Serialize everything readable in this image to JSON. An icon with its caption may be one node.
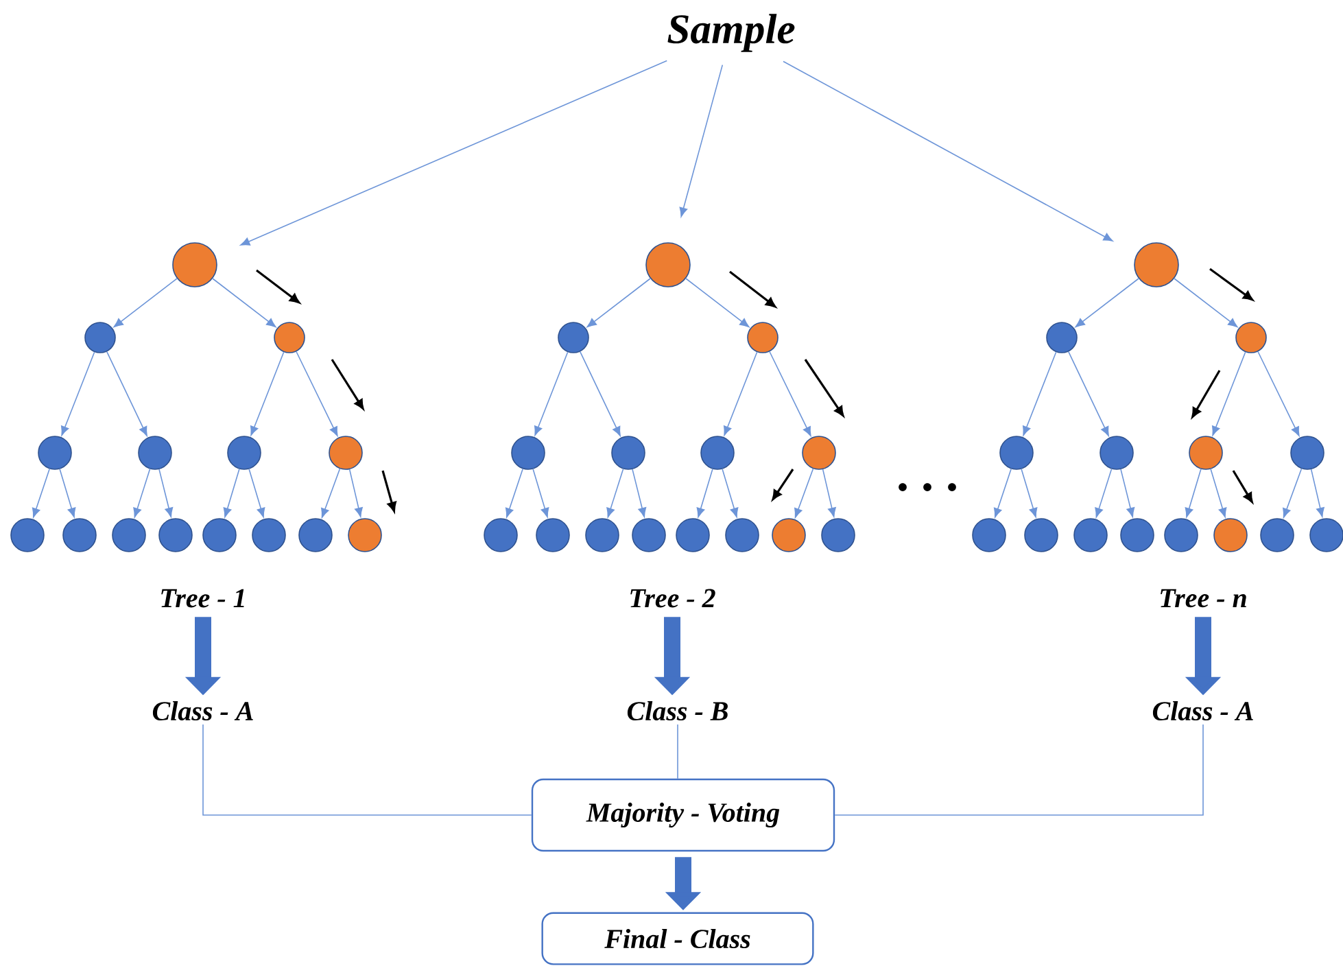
{
  "diagram": {
    "nodes": [
      {
        "text": [
          "Sample"
        ]
      },
      {
        "text": [],
        "shape": "circle"
      },
      {
        "text": [],
        "shape": "circle"
      },
      {
        "text": [],
        "shape": "circle"
      },
      {
        "text": [],
        "shape": "circle"
      },
      {
        "text": [],
        "shape": "circle"
      },
      {
        "text": [],
        "shape": "circle"
      },
      {
        "text": [],
        "shape": "circle"
      },
      {
        "text": [],
        "shape": "circle"
      },
      {
        "text": [],
        "shape": "circle"
      },
      {
        "text": [],
        "shape": "circle"
      },
      {
        "text": [],
        "shape": "circle"
      },
      {
        "text": [],
        "shape": "circle"
      },
      {
        "text": [],
        "shape": "circle"
      },
      {
        "text": [],
        "shape": "circle"
      },
      {
        "text": [],
        "shape": "circle"
      },
      {
        "text": [],
        "shape": "circle"
      },
      {
        "text": [],
        "shape": "circle"
      },
      {
        "text": [],
        "shape": "circle"
      },
      {
        "text": [],
        "shape": "circle"
      },
      {
        "text": [],
        "shape": "circle"
      },
      {
        "text": [],
        "shape": "circle"
      },
      {
        "text": [],
        "shape": "circle"
      },
      {
        "text": [],
        "shape": "circle"
      },
      {
        "text": [],
        "shape": "circle"
      },
      {
        "text": [],
        "shape": "circle"
      },
      {
        "text": [],
        "shape": "circle"
      },
      {
        "text": [],
        "shape": "circle"
      },
      {
        "text": [],
        "shape": "circle"
      },
      {
        "text": [],
        "shape": "circle"
      },
      {
        "text": [],
        "shape": "circle"
      },
      {
        "text": [],
        "shape": "circle"
      },
      {
        "text": [],
        "shape": "circle"
      },
      {
        "text": [],
        "shape": "circle"
      },
      {
        "text": [],
        "shape": "circle"
      },
      {
        "text": [],
        "shape": "circle"
      },
      {
        "text": [],
        "shape": "circle"
      },
      {
        "text": [],
        "shape": "circle"
      },
      {
        "text": [],
        "shape": "circle"
      },
      {
        "text": [],
        "shape": "circle"
      },
      {
        "text": [],
        "shape": "circle"
      },
      {
        "text": [],
        "shape": "circle"
      },
      {
        "text": [],
        "shape": "circle"
      },
      {
        "text": [],
        "shape": "circle"
      },
      {
        "text": [],
        "shape": "circle"
      },
      {
        "text": [],
        "shape": "circle"
      },
      {
        "text": [
          "Tree - 1"
        ]
      },
      {
        "text": [
          "Class - A"
        ]
      },
      {
        "text": [
          "Tree - 2"
        ]
      },
      {
        "text": [
          "Class - B"
        ]
      },
      {
        "text": [
          "Tree - n"
        ]
      },
      {
        "text": [
          "Class - A"
        ]
      },
      {
        "text": [
          "Majority - Voting"
        ]
      },
      {
        "text": [
          "Final - Class"
        ]
      }
    ],
    "edges": [
      {
        "from": 0,
        "to": 1,
        "arrow": "to"
      },
      {
        "from": 0,
        "to": 16,
        "arrow": "to"
      },
      {
        "from": 0,
        "to": 31,
        "arrow": "to"
      },
      {
        "from": 1,
        "to": 2,
        "arrow": "to"
      },
      {
        "from": 1,
        "to": 3,
        "arrow": "to"
      },
      {
        "from": 2,
        "to": 4,
        "arrow": "to"
      },
      {
        "from": 2,
        "to": 5,
        "arrow": "to"
      },
      {
        "from": 3,
        "to": 6,
        "arrow": "to"
      },
      {
        "from": 3,
        "to": 7,
        "arrow": "to"
      },
      {
        "from": 4,
        "to": 8,
        "arrow": "to"
      },
      {
        "from": 4,
        "to": 9,
        "arrow": "to"
      },
      {
        "from": 5,
        "to": 10,
        "arrow": "to"
      },
      {
        "from": 5,
        "to": 11,
        "arrow": "to"
      },
      {
        "from": 6,
        "to": 12,
        "arrow": "to"
      },
      {
        "from": 6,
        "to": 13,
        "arrow": "to"
      },
      {
        "from": 7,
        "to": 14,
        "arrow": "to"
      },
      {
        "from": 7,
        "to": 15,
        "arrow": "to"
      },
      {
        "from": 16,
        "to": 17,
        "arrow": "to"
      },
      {
        "from": 16,
        "to": 18,
        "arrow": "to"
      },
      {
        "from": 17,
        "to": 19,
        "arrow": "to"
      },
      {
        "from": 17,
        "to": 20,
        "arrow": "to"
      },
      {
        "from": 18,
        "to": 21,
        "arrow": "to"
      },
      {
        "from": 18,
        "to": 22,
        "arrow": "to"
      },
      {
        "from": 19,
        "to": 23,
        "arrow": "to"
      },
      {
        "from": 19,
        "to": 24,
        "arrow": "to"
      },
      {
        "from": 20,
        "to": 25,
        "arrow": "to"
      },
      {
        "from": 20,
        "to": 26,
        "arrow": "to"
      },
      {
        "from": 21,
        "to": 27,
        "arrow": "to"
      },
      {
        "from": 21,
        "to": 28,
        "arrow": "to"
      },
      {
        "from": 22,
        "to": 29,
        "arrow": "to"
      },
      {
        "from": 22,
        "to": 30,
        "arrow": "to"
      },
      {
        "from": 31,
        "to": 32,
        "arrow": "to"
      },
      {
        "from": 31,
        "to": 33,
        "arrow": "to"
      },
      {
        "from": 32,
        "to": 34,
        "arrow": "to"
      },
      {
        "from": 32,
        "to": 35,
        "arrow": "to"
      },
      {
        "from": 33,
        "to": 36,
        "arrow": "to"
      },
      {
        "from": 33,
        "to": 37,
        "arrow": "to"
      },
      {
        "from": 34,
        "to": 38,
        "arrow": "to"
      },
      {
        "from": 34,
        "to": 39,
        "arrow": "to"
      },
      {
        "from": 35,
        "to": 40,
        "arrow": "to"
      },
      {
        "from": 35,
        "to": 41,
        "arrow": "to"
      },
      {
        "from": 36,
        "to": 42,
        "arrow": "to"
      },
      {
        "from": 36,
        "to": 43,
        "arrow": "to"
      },
      {
        "from": 37,
        "to": 44,
        "arrow": "to"
      },
      {
        "from": 37,
        "to": 45,
        "arrow": "to"
      },
      {
        "from": 46,
        "to": 47,
        "arrow": "to",
        "style": "thick"
      },
      {
        "from": 48,
        "to": 49,
        "arrow": "to",
        "style": "thick"
      },
      {
        "from": 50,
        "to": 51,
        "arrow": "to",
        "style": "thick"
      },
      {
        "from": 47,
        "to": 52,
        "arrow": "none"
      },
      {
        "from": 49,
        "to": 52,
        "arrow": "none"
      },
      {
        "from": 51,
        "to": 52,
        "arrow": "none"
      },
      {
        "from": 52,
        "to": 53,
        "arrow": "to",
        "style": "thick"
      }
    ]
  }
}
